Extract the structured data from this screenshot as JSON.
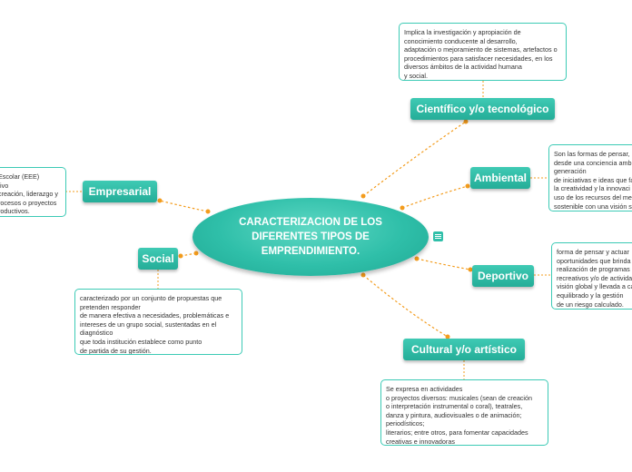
{
  "central": {
    "title": "CARACTERIZACION DE LOS DIFERENTES TIPOS DE EMPRENDIMIENTO."
  },
  "topics": {
    "cientifico": "Científico y/o tecnológico",
    "ambiental": "Ambiental",
    "deportivo": "Deportivo",
    "cultural": "Cultural y/o artístico",
    "social": "Social",
    "empresarial": "Empresarial"
  },
  "notes": {
    "cientifico": "Implica la investigación y apropiación de\nconocimiento conducente al desarrollo,\nadaptación o mejoramiento de sistemas, artefactos o\nprocedimientos para satisfacer necesidades, en los\ndiversos ámbitos de la actividad humana\ny social.",
    "ambiental": "Son las formas de pensar, \ndesde una conciencia amb\ngeneración\nde iniciativas e ideas que fa\nla creatividad y la innovaci\nuso de los recursos del me\nsostenible con una visión s",
    "deportivo": "forma de pensar y actuar\noportunidades que brinda\nrealización de programas\nrecreativos y/o de activida\nvisión global y llevada a ca\nequilibrado y la gestión\nde un riesgo calculado.",
    "cultural": "Se expresa en actividades\no proyectos diversos: musicales (sean de creación\no interpretación instrumental o coral), teatrales,\ndanza y pintura, audiovisuales o de animación;\nperiodísticos;\nliterarios; entre otros, para fomentar capacidades\ncreativas e innovadoras",
    "social": "caracterizado por un conjunto de propuestas que\npretenden responder\nde manera efectiva a necesidades, problemáticas e\nintereses de un grupo social, sustentadas en el\ndiagnóstico\nque toda institución establece como punto\nde partida de su gestión.",
    "empresarial": "Escolar (EEE)\ntivo\ncreación, liderazgo y\nrocesos o proyectos\nroductivos."
  },
  "colors": {
    "topic": "#2fbfa9",
    "connector": "#f39c1d",
    "border": "#3ccab5"
  }
}
